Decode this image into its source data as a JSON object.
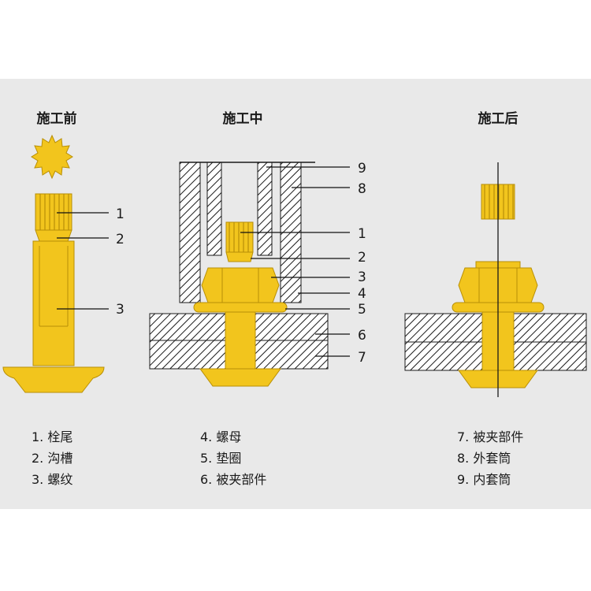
{
  "colors": {
    "background": "#e9e9e9",
    "gold": "#f2c51d",
    "gold_dark": "#b88f06",
    "hatch": "#1a1a1a"
  },
  "stages": {
    "before": "施工前",
    "during": "施工中",
    "after": "施工后"
  },
  "callouts": {
    "before": [
      "1",
      "2",
      "3"
    ],
    "during": [
      "9",
      "8",
      "1",
      "2",
      "3",
      "4",
      "5",
      "6",
      "7"
    ]
  },
  "legend": {
    "col1": [
      "1. 栓尾",
      "2. 沟槽",
      "3. 螺纹"
    ],
    "col2": [
      "4. 螺母",
      "5. 垫圈",
      "6. 被夹部件"
    ],
    "col3": [
      "7. 被夹部件",
      "8. 外套筒",
      "9. 内套筒"
    ]
  }
}
